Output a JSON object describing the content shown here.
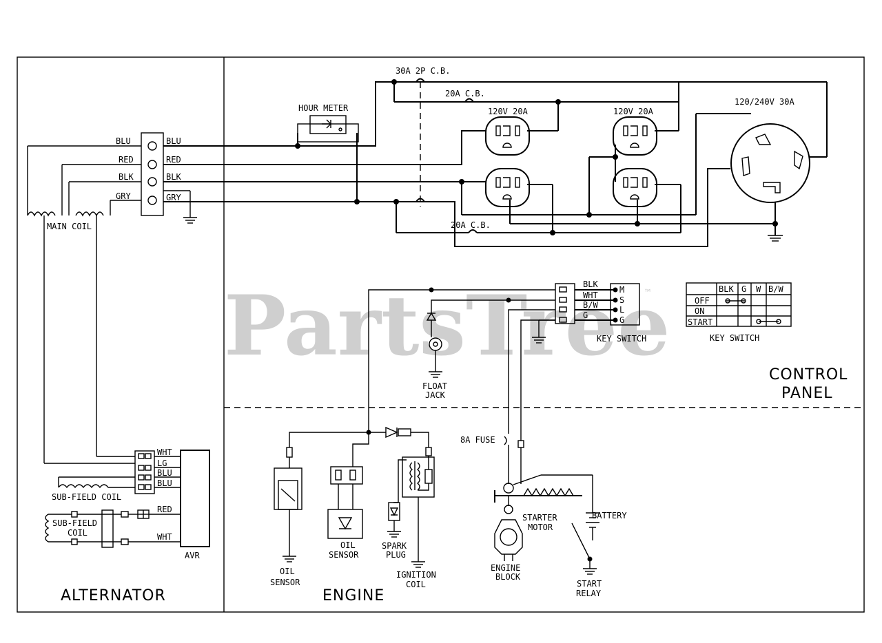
{
  "watermark": "PartsTree",
  "sections": {
    "alternator": "ALTERNATOR",
    "engine": "ENGINE",
    "control_panel_1": "CONTROL",
    "control_panel_2": "PANEL"
  },
  "alternator": {
    "terminals": [
      "BLU",
      "RED",
      "BLK",
      "GRY"
    ],
    "main_coil": "MAIN COIL",
    "sub_field_coil": "SUB-FIELD COIL",
    "sub_field_coil_2a": "SUB-FIELD",
    "sub_field_coil_2b": "COIL",
    "avr": "AVR",
    "avr_terminals": [
      "WHT",
      "LG",
      "BLU",
      "BLU"
    ],
    "red": "RED",
    "wht": "WHT"
  },
  "output": {
    "hour_meter": "HOUR METER",
    "cb_main": "30A 2P C.B.",
    "cb_top": "20A C.B.",
    "cb_bottom": "20A C.B.",
    "receptacle_a": "120V 20A",
    "receptacle_b": "120V 20A",
    "twist_lock": "120/240V 30A"
  },
  "key_switch": {
    "terminals": [
      "BLK",
      "WHT",
      "B/W",
      "G"
    ],
    "pins": [
      "M",
      "S",
      "L",
      "G"
    ],
    "label": "KEY SWITCH",
    "table_label": "KEY SWITCH",
    "table": {
      "columns": [
        "BLK",
        "G",
        "W",
        "B/W"
      ],
      "rows": [
        "OFF",
        "ON",
        "START"
      ]
    }
  },
  "engine": {
    "float_jack_1": "FLOAT",
    "float_jack_2": "JACK",
    "oil_sensor_a_1": "OIL",
    "oil_sensor_a_2": "SENSOR",
    "oil_sensor_b_1": "OIL",
    "oil_sensor_b_2": "SENSOR",
    "spark_plug_1": "SPARK",
    "spark_plug_2": "PLUG",
    "ignition_coil_1": "IGNITION",
    "ignition_coil_2": "COIL",
    "fuse": "8A FUSE",
    "starter_motor_1": "STARTER",
    "starter_motor_2": "MOTOR",
    "battery": "BATTERY",
    "engine_block_1": "ENGINE",
    "engine_block_2": "BLOCK",
    "start_relay_1": "START",
    "start_relay_2": "RELAY"
  }
}
